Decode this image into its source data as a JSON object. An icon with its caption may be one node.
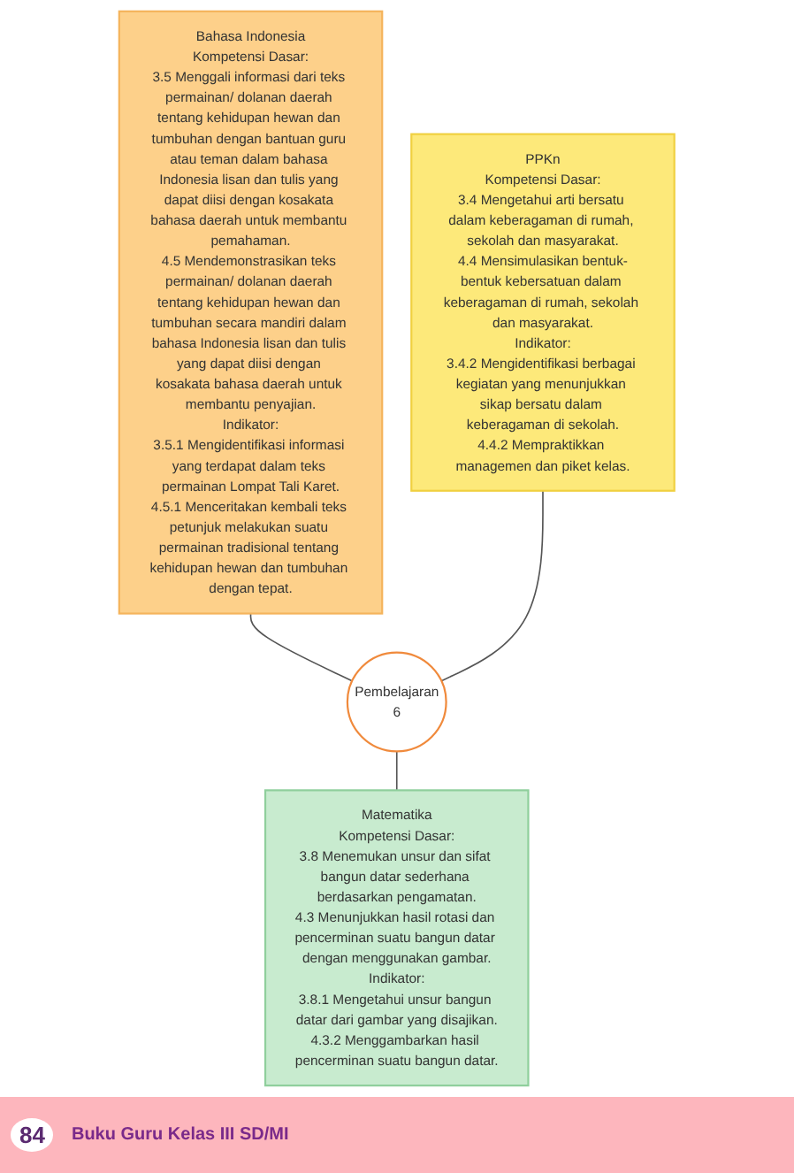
{
  "diagram": {
    "nodes": [
      {
        "text": [
          "Pembelajaran",
          "6"
        ]
      },
      {
        "text": [
          "Bahasa Indonesia",
          "Kompetensi Dasar:",
          "3.5 Menggali informasi dari teks permainan/ dolanan daerah tentang kehidupan hewan dan tumbuhan dengan bantuan guru atau teman dalam bahasa Indonesia lisan dan tulis yang dapat diisi dengan kosakata bahasa daerah untuk membantu pemahaman.",
          "4.5 Mendemonstrasikan teks permainan/ dolanan daerah tentang kehidupan hewan dan tumbuhan secara mandiri dalam bahasa Indonesia lisan dan tulis yang dapat diisi dengan kosakata bahasa daerah untuk membantu penyajian.",
          "Indikator:",
          "3.5.1 Mengidentifikasi informasi yang terdapat dalam teks permainan Lompat Tali Karet.",
          "4.5.1 Menceritakan kembali teks petunjuk melakukan suatu permainan tradisional tentang kehidupan hewan dan tumbuhan dengan tepat."
        ]
      },
      {
        "text": [
          "PPKn",
          "Kompetensi Dasar:",
          "3.4 Mengetahui arti bersatu dalam keberagaman di rumah, sekolah dan masyarakat.",
          "4.4 Mensimulasikan bentuk-bentuk kebersatuan dalam keberagaman di rumah, sekolah dan masyarakat.",
          "Indikator:",
          "3.4.2 Mengidentifikasi berbagai kegiatan yang menunjukkan sikap bersatu dalam keberagaman di sekolah.",
          "4.4.2 Mempraktikkan managemen dan piket kelas."
        ]
      },
      {
        "text": [
          "Matematika",
          "Kompetensi Dasar:",
          "3.8 Menemukan unsur dan sifat bangun datar sederhana berdasarkan pengamatan.",
          "4.3 Menunjukkan hasil rotasi dan pencerminan suatu bangun datar dengan menggunakan gambar.",
          "Indikator:",
          "3.8.1 Mengetahui unsur bangun datar dari gambar yang disajikan.",
          "4.3.2 Menggambarkan hasil pencerminan suatu bangun datar."
        ]
      }
    ],
    "edges": [
      {
        "from": 1,
        "to": 0,
        "arrow": "none"
      },
      {
        "from": 2,
        "to": 0,
        "arrow": "none"
      },
      {
        "from": 0,
        "to": 3,
        "arrow": "none"
      }
    ],
    "labels": [
      "84",
      "Buku Guru Kelas III SD/MI"
    ]
  }
}
